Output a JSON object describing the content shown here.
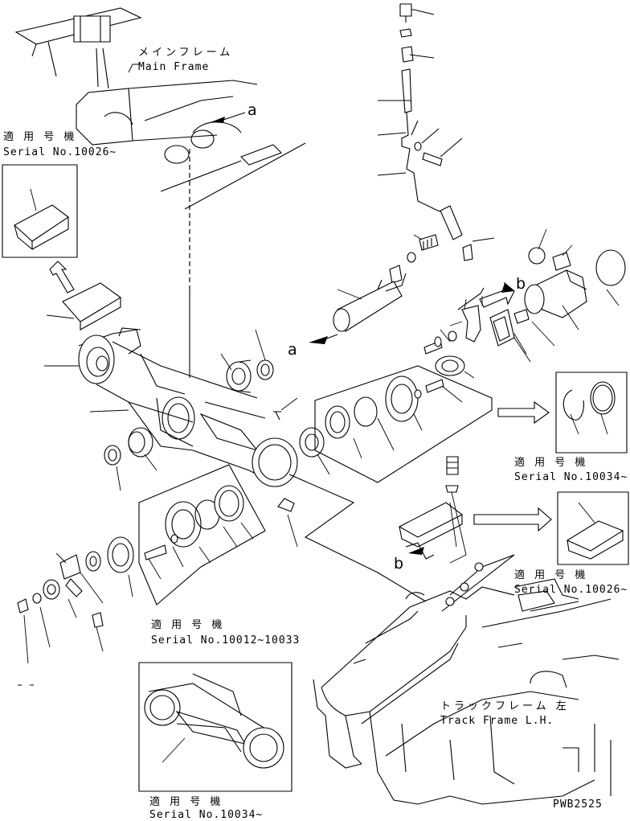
{
  "labels": {
    "main_frame_jp": "メインフレーム",
    "main_frame_en": "Main Frame",
    "track_frame_jp": "トラックフレーム 左",
    "track_frame_en": "Track Frame L.H.",
    "drawing_code": "PWB2525"
  },
  "serial_notes": [
    {
      "jp": "適 用 号 機",
      "en": "Serial No.10026~"
    },
    {
      "jp": "適 用 号 機",
      "en": "Serial No.10034~"
    },
    {
      "jp": "適 用 号 機",
      "en": "Serial No.10026~"
    },
    {
      "jp": "適 用 号 機",
      "en": "Serial No.10012~10033"
    },
    {
      "jp": "適 用 号 機",
      "en": "Serial No.10034~"
    }
  ],
  "view_letters": [
    "a",
    "a",
    "b",
    "b"
  ]
}
